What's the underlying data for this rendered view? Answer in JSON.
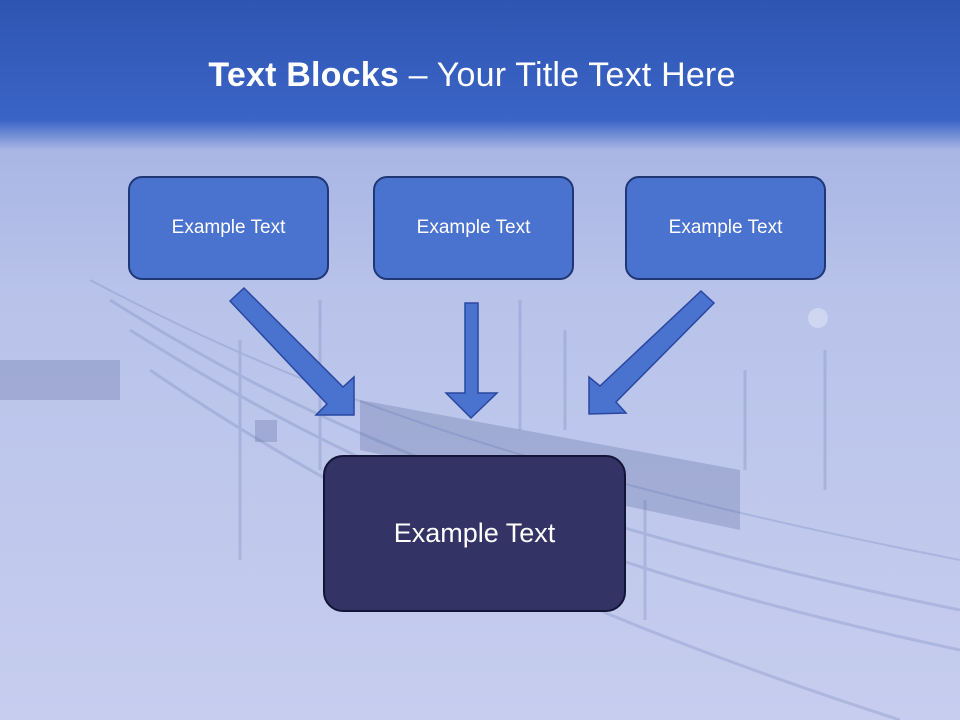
{
  "slide": {
    "title_bold": "Text Blocks",
    "title_rest": " – Your Title Text Here"
  },
  "blocks": [
    {
      "text": "Example Text"
    },
    {
      "text": "Example Text"
    },
    {
      "text": "Example Text"
    }
  ],
  "center_block": {
    "text": "Example Text"
  },
  "colors": {
    "header": "#3a64c6",
    "box_fill": "#4a72cf",
    "box_border": "#1f3774",
    "center_fill": "#333366",
    "arrow_fill": "#4a72cf"
  }
}
